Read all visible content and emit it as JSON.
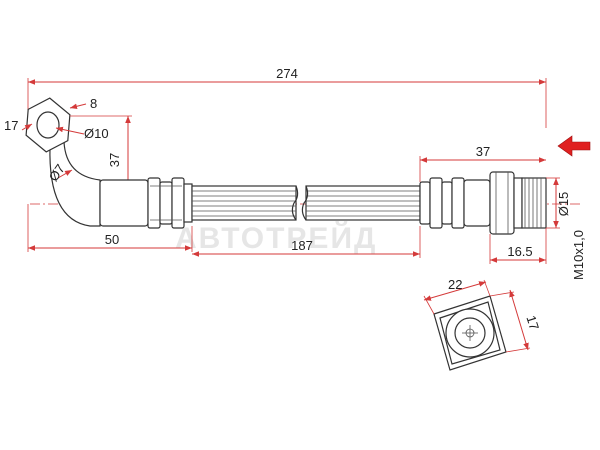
{
  "watermark": "АВТОТРЕЙД",
  "dimensions": {
    "overall_length": "274",
    "hose_length": "187",
    "left_fitting_length": "50",
    "banjo_height": "37",
    "banjo_width": "17",
    "banjo_thickness": "8",
    "banjo_hole": "Ø10",
    "bend_diameter": "Ø7",
    "right_fitting_length": "37",
    "right_fitting_diameter": "Ø15",
    "thread_length": "16.5",
    "thread_spec": "M10x1,0",
    "hex_across_corners": "22",
    "hex_across_flats": "17"
  },
  "colors": {
    "dimension_line": "#d43a3a",
    "outline": "#333333",
    "arrow": "#e02020"
  }
}
